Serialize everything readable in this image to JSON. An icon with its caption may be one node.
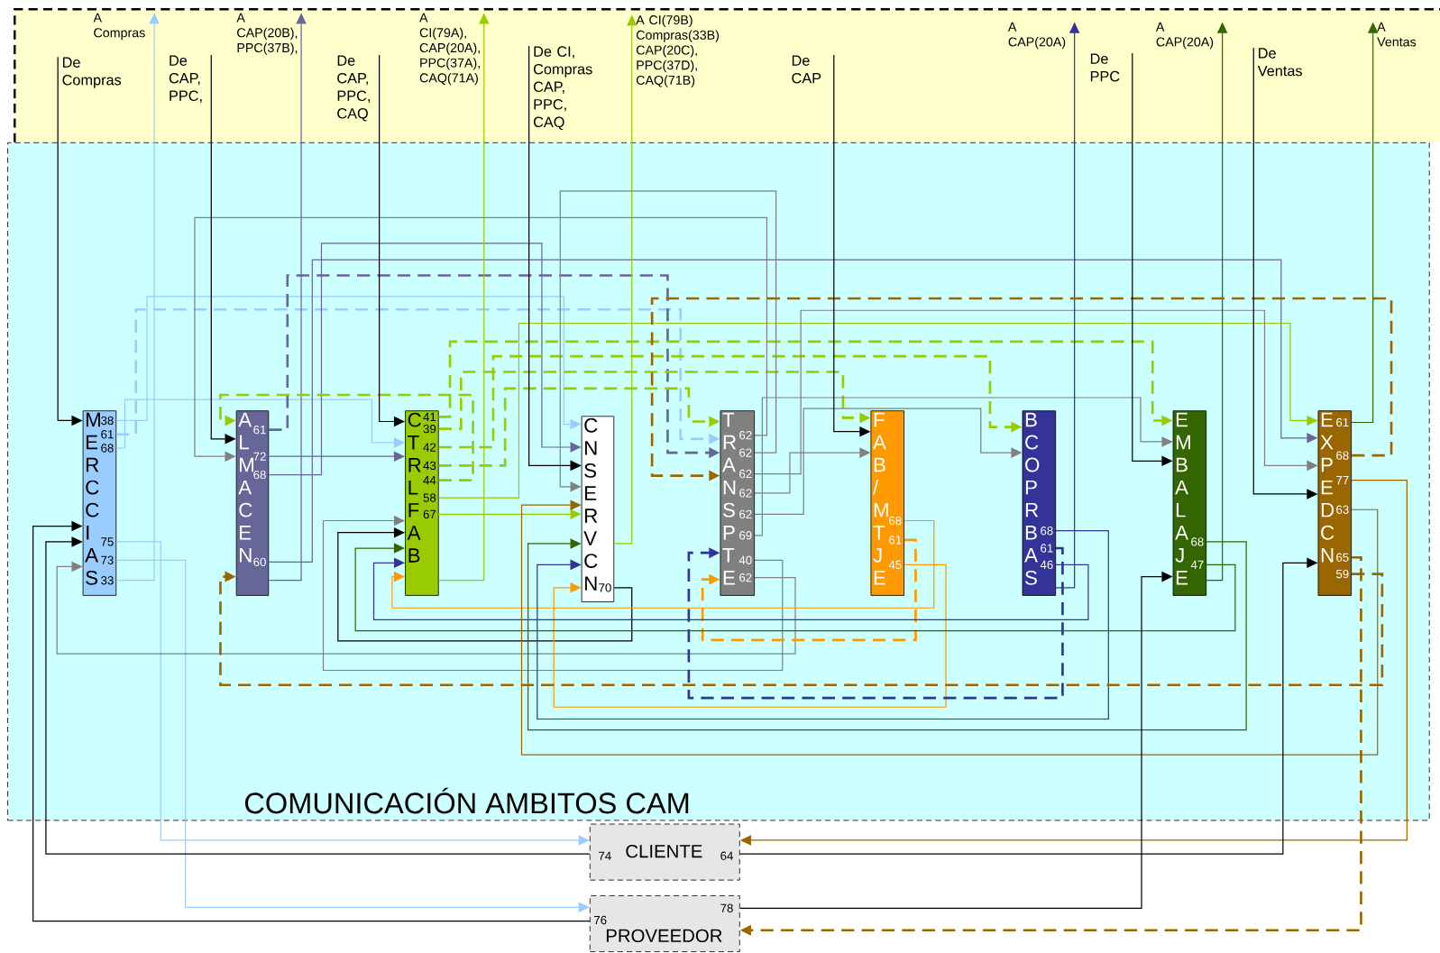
{
  "diagram": {
    "nodes": [
      {
        "text": [
          "COMUNICACIÓN AMBITOS CAM"
        ]
      },
      {
        "text": [
          "De Compras"
        ]
      },
      {
        "text": [
          "A Compras"
        ]
      },
      {
        "text": [
          "De CAP, PPC,"
        ]
      },
      {
        "text": [
          "A CAP(20B), PPC(37B),"
        ]
      },
      {
        "text": [
          "De CAP, PPC, CAQ"
        ]
      },
      {
        "text": [
          "A CI(79A), CAP(20A), PPC(37A), CAQ(71A)"
        ]
      },
      {
        "text": [
          "De CI, Compras CAP, PPC, CAQ"
        ]
      },
      {
        "text": [
          "A CI(79B) Compras(33B) CAP(20C), PPC(37D), CAQ(71B)"
        ]
      },
      {
        "text": [
          "De CAP"
        ]
      },
      {
        "text": [
          "A CAP(20A)"
        ]
      },
      {
        "text": [
          "De PPC"
        ]
      },
      {
        "text": [
          "A CAP(20A)"
        ]
      },
      {
        "text": [
          "De Ventas"
        ]
      },
      {
        "text": [
          "A Ventas"
        ]
      },
      {
        "text": [
          "M E R C C I A S",
          "38",
          "61",
          "68",
          "75",
          "73",
          "33"
        ],
        "in": 0
      },
      {
        "text": [
          "A L M A C E N",
          "61",
          "72",
          "68",
          "60"
        ],
        "in": 0
      },
      {
        "text": [
          "C T R L F A B",
          "41",
          "39",
          "42",
          "43",
          "44",
          "58",
          "67"
        ],
        "in": 0
      },
      {
        "text": [
          "C N S E R V C N",
          "70"
        ],
        "in": 0
      },
      {
        "text": [
          "T R A N S P T E",
          "62",
          "62",
          "62",
          "62",
          "62",
          "69",
          "40",
          "62"
        ],
        "in": 0
      },
      {
        "text": [
          "F A B / M T J E",
          "68",
          "61",
          "45"
        ],
        "in": 0
      },
      {
        "text": [
          "B C O P R B A S",
          "68",
          "61",
          "46"
        ],
        "in": 0
      },
      {
        "text": [
          "E M B A L A J E",
          "68",
          "47"
        ],
        "in": 0
      },
      {
        "text": [
          "E X P E D C N",
          "61",
          "68",
          "77",
          "63",
          "65",
          "59"
        ],
        "in": 0
      },
      {
        "text": [
          "74",
          "CLIENTE",
          "64"
        ]
      },
      {
        "text": [
          "78",
          "76",
          "PROVEEDOR"
        ]
      }
    ],
    "edges": [
      {
        "from": 1,
        "to": 15,
        "arrow": "to"
      },
      {
        "from": 15,
        "to": 2,
        "arrow": "to",
        "color": "#99ccff"
      },
      {
        "from": 15,
        "to": 19,
        "arrow": "to",
        "style": "dashed",
        "color": "#99ccff"
      },
      {
        "from": 15,
        "to": 17,
        "arrow": "to",
        "color": "#99ccff"
      },
      {
        "from": 15,
        "to": 18,
        "arrow": "to",
        "color": "#99ccff"
      },
      {
        "from": 15,
        "to": 24,
        "arrow": "to",
        "color": "#99ccff"
      },
      {
        "from": 15,
        "to": 25,
        "arrow": "to",
        "color": "#99ccff"
      },
      {
        "from": 16,
        "to": 4,
        "arrow": "to",
        "color": "#666699"
      },
      {
        "from": 16,
        "to": 19,
        "arrow": "to",
        "style": "dashed",
        "color": "#666699"
      },
      {
        "from": 16,
        "to": 17,
        "arrow": "to",
        "color": "#666699"
      },
      {
        "from": 16,
        "to": 18,
        "arrow": "to",
        "color": "#666699"
      },
      {
        "from": 16,
        "to": 23,
        "arrow": "to",
        "color": "#666699"
      },
      {
        "from": 17,
        "to": 6,
        "arrow": "to",
        "color": "#99cc00"
      },
      {
        "from": 17,
        "to": 22,
        "arrow": "to",
        "style": "dashed",
        "color": "#99cc00"
      },
      {
        "from": 17,
        "to": 20,
        "arrow": "to",
        "style": "dashed",
        "color": "#99cc00"
      },
      {
        "from": 17,
        "to": 21,
        "arrow": "to",
        "style": "dashed",
        "color": "#99cc00"
      },
      {
        "from": 17,
        "to": 19,
        "arrow": "to",
        "style": "dashed",
        "color": "#99cc00"
      },
      {
        "from": 17,
        "to": 16,
        "arrow": "to",
        "style": "dashed",
        "color": "#99cc00"
      },
      {
        "from": 17,
        "to": 23,
        "arrow": "to",
        "color": "#99cc00"
      },
      {
        "from": 17,
        "to": 18,
        "arrow": "to",
        "color": "#99cc00"
      },
      {
        "from": 18,
        "to": 8,
        "arrow": "to",
        "color": "#99cc00"
      },
      {
        "from": 18,
        "to": 17,
        "arrow": "to"
      },
      {
        "from": 19,
        "to": 15,
        "arrow": "to",
        "color": "#808080"
      },
      {
        "from": 19,
        "to": 16,
        "arrow": "to",
        "color": "#808080"
      },
      {
        "from": 19,
        "to": 17,
        "arrow": "to",
        "color": "#808080"
      },
      {
        "from": 19,
        "to": 18,
        "arrow": "to",
        "color": "#808080"
      },
      {
        "from": 19,
        "to": 20,
        "arrow": "to",
        "color": "#808080"
      },
      {
        "from": 19,
        "to": 21,
        "arrow": "to",
        "color": "#808080"
      },
      {
        "from": 19,
        "to": 22,
        "arrow": "to",
        "color": "#808080"
      },
      {
        "from": 19,
        "to": 23,
        "arrow": "to",
        "color": "#808080"
      },
      {
        "from": 20,
        "to": 17,
        "arrow": "to",
        "color": "#ff9900"
      },
      {
        "from": 20,
        "to": 19,
        "arrow": "to",
        "style": "dashed",
        "color": "#ff9900"
      },
      {
        "from": 20,
        "to": 18,
        "arrow": "to",
        "color": "#ff9900"
      },
      {
        "from": 21,
        "to": 10,
        "arrow": "to",
        "color": "#333399"
      },
      {
        "from": 21,
        "to": 18,
        "arrow": "to",
        "color": "#333399"
      },
      {
        "from": 21,
        "to": 19,
        "arrow": "to",
        "style": "dashed",
        "color": "#333399"
      },
      {
        "from": 21,
        "to": 17,
        "arrow": "to",
        "color": "#333399"
      },
      {
        "from": 22,
        "to": 12,
        "arrow": "to",
        "color": "#336600"
      },
      {
        "from": 22,
        "to": 18,
        "arrow": "to",
        "color": "#336600"
      },
      {
        "from": 22,
        "to": 17,
        "arrow": "to",
        "color": "#336600"
      },
      {
        "from": 23,
        "to": 14,
        "arrow": "to",
        "color": "#336600"
      },
      {
        "from": 23,
        "to": 16,
        "arrow": "to",
        "style": "dashed",
        "color": "#996600"
      },
      {
        "from": 23,
        "to": 19,
        "arrow": "to",
        "style": "dashed",
        "color": "#996600"
      },
      {
        "from": 23,
        "to": 18,
        "arrow": "to",
        "color": "#996600"
      },
      {
        "from": 23,
        "to": 24,
        "arrow": "to",
        "color": "#996600"
      },
      {
        "from": 23,
        "to": 25,
        "arrow": "to",
        "style": "dashed",
        "color": "#996600"
      },
      {
        "from": 3,
        "to": 16,
        "arrow": "to"
      },
      {
        "from": 5,
        "to": 17,
        "arrow": "to"
      },
      {
        "from": 7,
        "to": 18,
        "arrow": "to"
      },
      {
        "from": 9,
        "to": 20,
        "arrow": "to"
      },
      {
        "from": 11,
        "to": 22,
        "arrow": "to"
      },
      {
        "from": 13,
        "to": 23,
        "arrow": "to"
      },
      {
        "from": 24,
        "to": 15,
        "arrow": "to"
      },
      {
        "from": 25,
        "to": 15,
        "arrow": "to"
      },
      {
        "from": 24,
        "to": 23,
        "arrow": "to"
      },
      {
        "from": 25,
        "to": 22,
        "arrow": "to"
      }
    ]
  }
}
